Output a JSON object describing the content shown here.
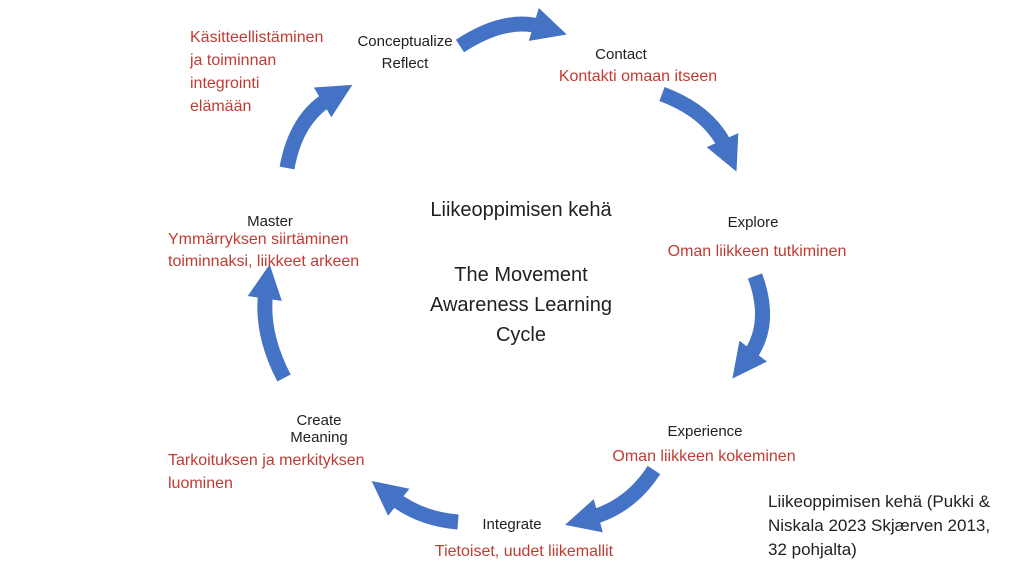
{
  "colors": {
    "background": "#ffffff",
    "arrow_blue": "#4472C4",
    "label_black": "#212121",
    "note_red": "#C03B33"
  },
  "center": {
    "title_fi": "Liikeoppimisen kehä",
    "title_en_line1": "The Movement",
    "title_en_line2": "Awareness Learning",
    "title_en_line3": "Cycle"
  },
  "stages": {
    "conceptualize": {
      "label_line1": "Conceptualize",
      "label_line2": "Reflect",
      "note_line1": "Käsitteellistäminen",
      "note_line2": "ja toiminnan",
      "note_line3": "integrointi",
      "note_line4": "elämään"
    },
    "contact": {
      "label": "Contact",
      "note": "Kontakti omaan itseen"
    },
    "explore": {
      "label": "Explore",
      "note": "Oman liikkeen tutkiminen"
    },
    "experience": {
      "label": "Experience",
      "note": "Oman liikkeen kokeminen"
    },
    "integrate": {
      "label": "Integrate",
      "note": "Tietoiset, uudet liikemallit"
    },
    "create_meaning": {
      "label_line1": "Create",
      "label_line2": "Meaning",
      "note_line1": "Tarkoituksen ja merkityksen",
      "note_line2": "luominen"
    },
    "master": {
      "label": "Master",
      "note_line1": "Ymmärryksen siirtäminen",
      "note_line2": "toiminnaksi, liikkeet arkeen"
    }
  },
  "citation": {
    "line1": "Liikeoppimisen kehä (Pukki &",
    "line2": "Niskala 2023 Skjærven 2013,",
    "line3": "32 pohjalta)"
  },
  "arrows": {
    "color": "#4472C4",
    "names": [
      "arrow-conceptualize-to-contact",
      "arrow-contact-to-explore",
      "arrow-explore-to-experience",
      "arrow-experience-to-integrate",
      "arrow-integrate-to-create-meaning",
      "arrow-create-meaning-to-master",
      "arrow-master-to-conceptualize"
    ]
  }
}
